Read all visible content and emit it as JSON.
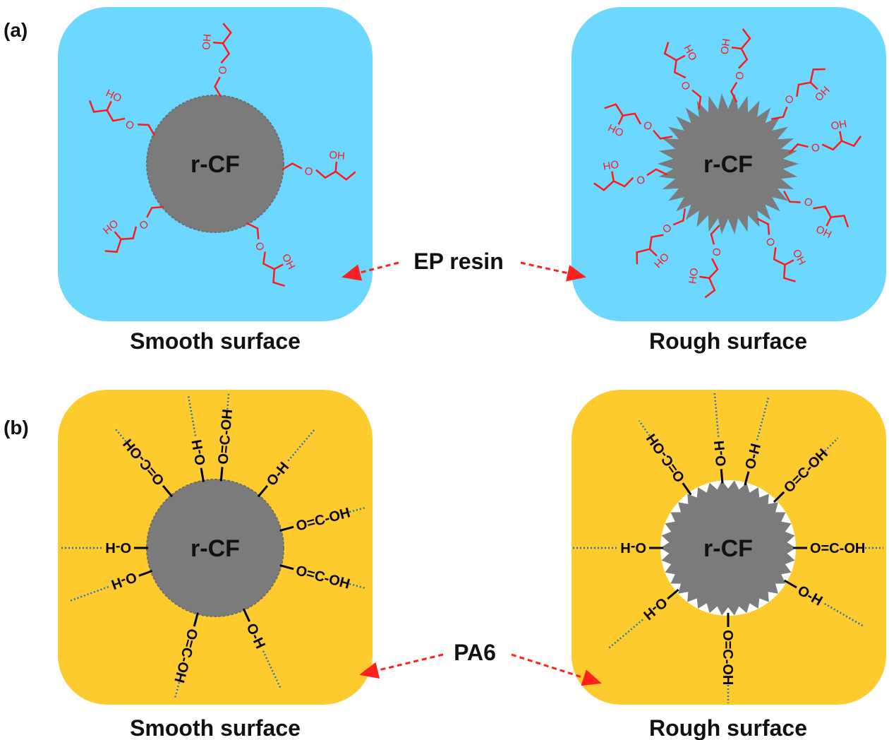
{
  "colors": {
    "ep_resin": "#6DD8FF",
    "pa6": "#FDCB2E",
    "fiber": "#7B7B7B",
    "chain": "#FF1A1A",
    "bond": "#000000",
    "hbond": "#1F77B4",
    "arrow": "#FF2020"
  },
  "panel_a": {
    "tag": "(a)",
    "matrix_label": "EP resin",
    "fiber_label": "r-CF",
    "left_caption": "Smooth surface",
    "right_caption": "Rough surface",
    "chain_labels": {
      "ether": "O",
      "hydroxyl": "OH"
    }
  },
  "panel_b": {
    "tag": "(b)",
    "matrix_label": "PA6",
    "fiber_label": "r-CF",
    "left_caption": "Smooth surface",
    "right_caption": "Rough surface",
    "group_labels": {
      "hydroxyl": "O-H",
      "carboxyl": "C-OH",
      "carbonyl": "O"
    }
  }
}
